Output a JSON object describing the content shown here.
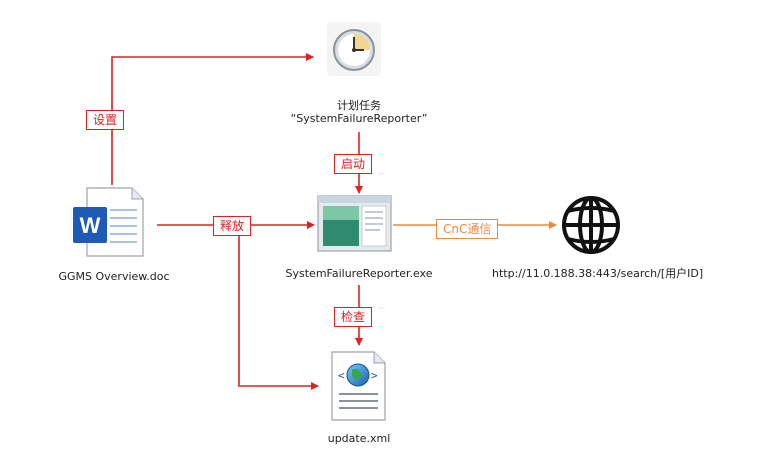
{
  "nodes": {
    "doc": {
      "label": "GGMS Overview.doc",
      "icon": "word-document-icon"
    },
    "clock": {
      "label_line1": "计划任务",
      "label_line2": "“SystemFailureReporter”",
      "icon": "clock-icon"
    },
    "exe": {
      "label": "SystemFailureReporter.exe",
      "icon": "application-window-icon"
    },
    "globe": {
      "label": "http://11.0.188.38:443/search/[用户ID]",
      "icon": "globe-icon"
    },
    "xml": {
      "label": "update.xml",
      "icon": "xml-file-icon"
    }
  },
  "edges": {
    "set": {
      "label": "设置",
      "color": "#e02020"
    },
    "launch": {
      "label": "启动",
      "color": "#e02020"
    },
    "release": {
      "label": "释放",
      "color": "#e02020"
    },
    "cnc": {
      "label": "CnC通信",
      "color": "#f0883c"
    },
    "check": {
      "label": "检查",
      "color": "#e02020"
    }
  }
}
